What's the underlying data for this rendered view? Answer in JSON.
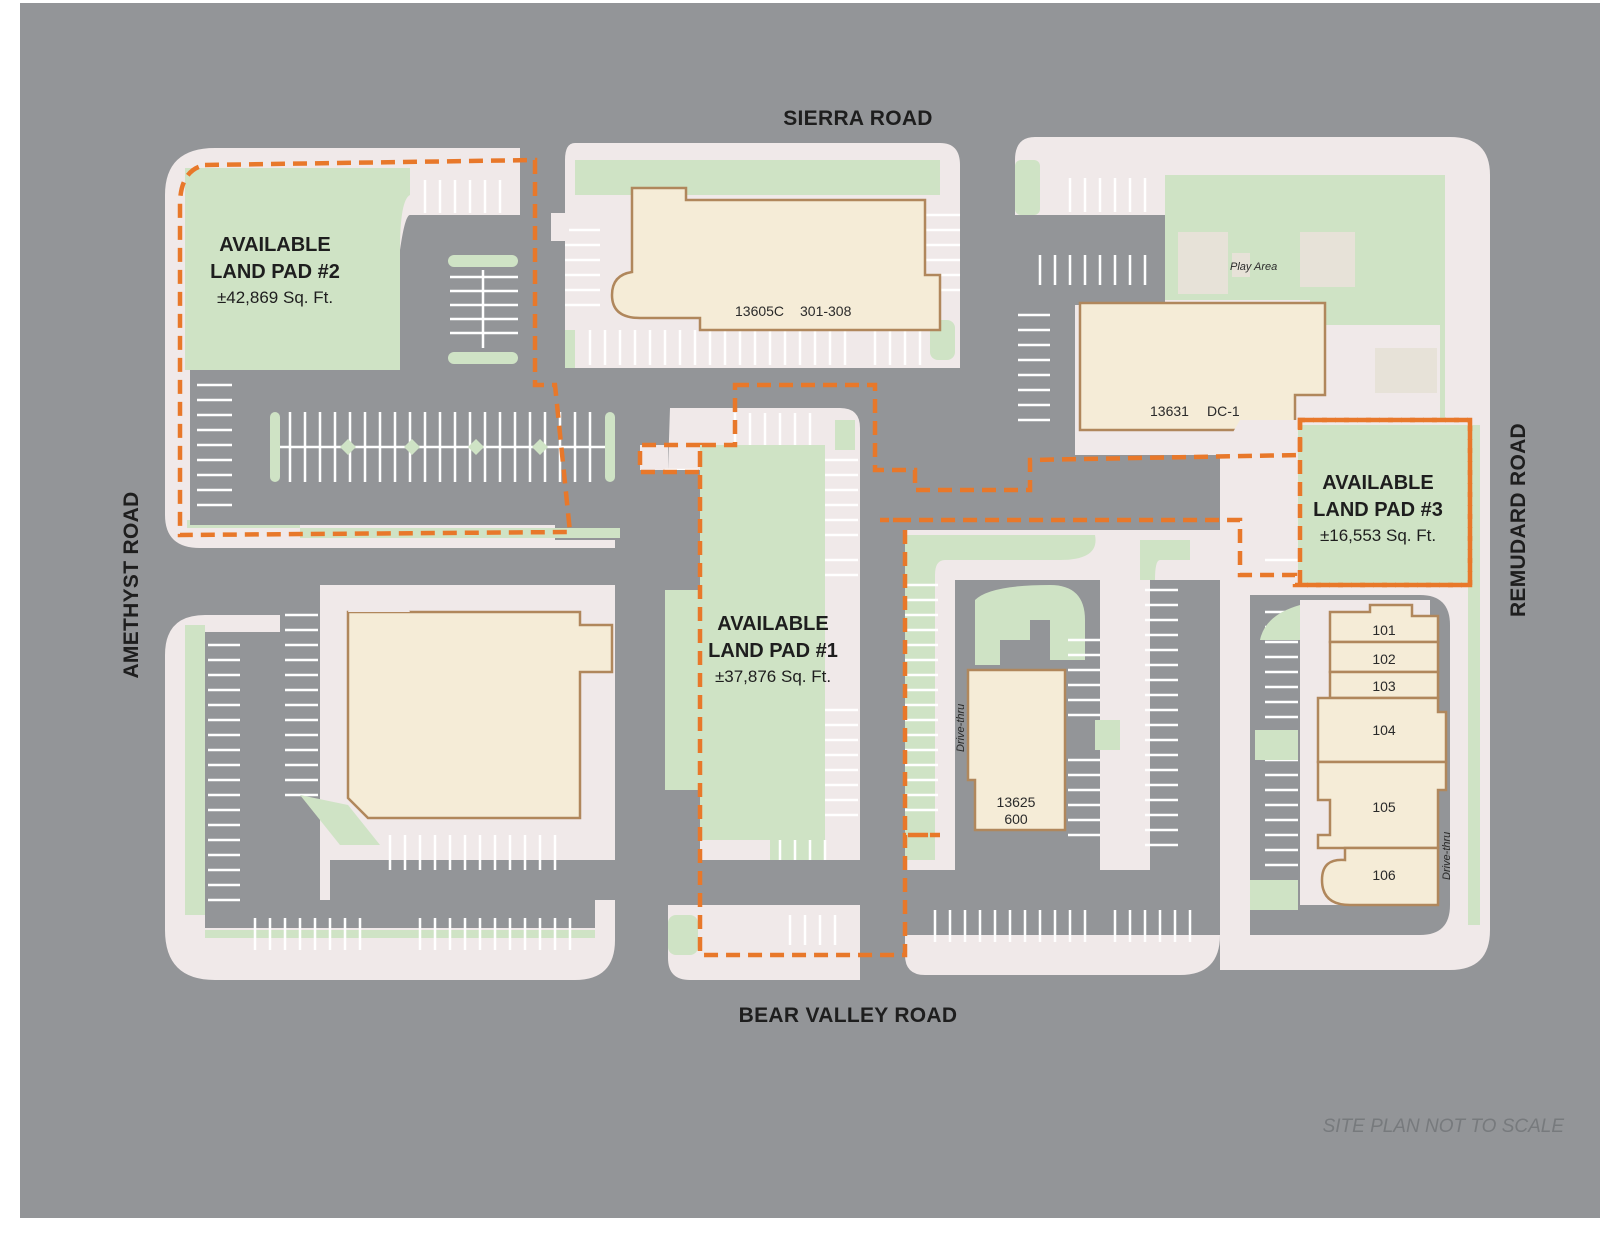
{
  "colors": {
    "asphalt": "#939598",
    "sidewalk": "#f0e9e9",
    "landscape": "#cfe3c5",
    "building_fill": "#f5ecd7",
    "building_outline": "#b0875c",
    "pad_outline": "#e8782a",
    "stripe": "#ffffff"
  },
  "roads": {
    "north": "SIERRA ROAD",
    "south": "BEAR VALLEY ROAD",
    "west": "AMETHYST ROAD",
    "east": "REMUDARD ROAD"
  },
  "pads": [
    {
      "line1": "AVAILABLE",
      "line2": "LAND PAD #2",
      "area": "±42,869 Sq. Ft."
    },
    {
      "line1": "AVAILABLE",
      "line2": "LAND PAD #1",
      "area": "±37,876 Sq. Ft."
    },
    {
      "line1": "AVAILABLE",
      "line2": "LAND PAD #3",
      "area": "±16,553 Sq. Ft."
    }
  ],
  "buildings": {
    "b13605": {
      "address": "13605C",
      "suites": "301-308"
    },
    "b13631": {
      "address": "13631",
      "suites": "DC-1"
    },
    "b13625": {
      "address": "13625",
      "suites": "600"
    },
    "suites_east": [
      "101",
      "102",
      "103",
      "104",
      "105",
      "106"
    ]
  },
  "labels": {
    "play_area": "Play Area",
    "drive_thru": "Drive-thru",
    "note": "SITE PLAN NOT TO SCALE"
  }
}
